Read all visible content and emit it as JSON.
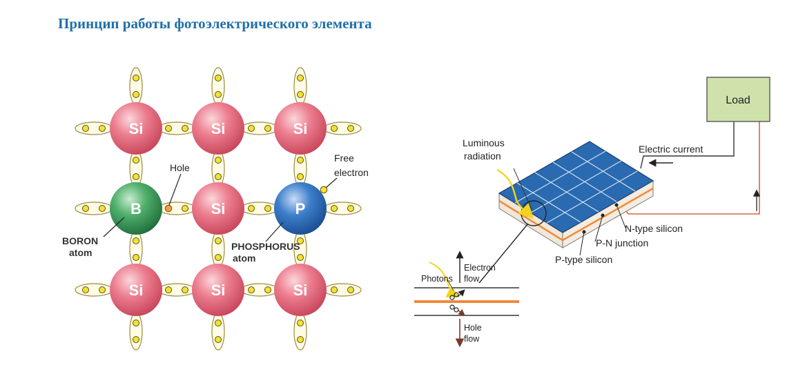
{
  "title": "Принцип работы фотоэлектрического элемента",
  "lattice": {
    "si_symbol": "Si",
    "boron_symbol": "B",
    "phosphorus_symbol": "P",
    "hole_label": "Hole",
    "free_electron_label_line1": "Free",
    "free_electron_label_line2": "electron",
    "boron_label_line1": "BORON",
    "boron_label_line2": "atom",
    "phosphorus_label_line1": "PHOSPHORUS",
    "phosphorus_label_line2": "atom"
  },
  "cell": {
    "load_label": "Load",
    "electric_current_label": "Electric current",
    "luminous_label_line1": "Luminous",
    "luminous_label_line2": "radiation",
    "n_type_label": "N-type silicon",
    "pn_junction_label": "P-N junction",
    "p_type_label": "P-type silicon"
  },
  "inset": {
    "photons_label": "Photons",
    "electron_flow_line1": "Electron",
    "electron_flow_line2": "flow",
    "hole_flow_line1": "Hole",
    "hole_flow_line2": "flow"
  },
  "colors": {
    "title": "#1f6fa8",
    "si_atom": "#e8647a",
    "boron_atom": "#3f9a5a",
    "phosphorus_atom": "#2f6fb8",
    "electron": "#f2e233",
    "panel_blue": "#2a6ab0",
    "load_box": "#cfe2ac",
    "wire": "#d8663d",
    "junction": "#f08a3c"
  }
}
